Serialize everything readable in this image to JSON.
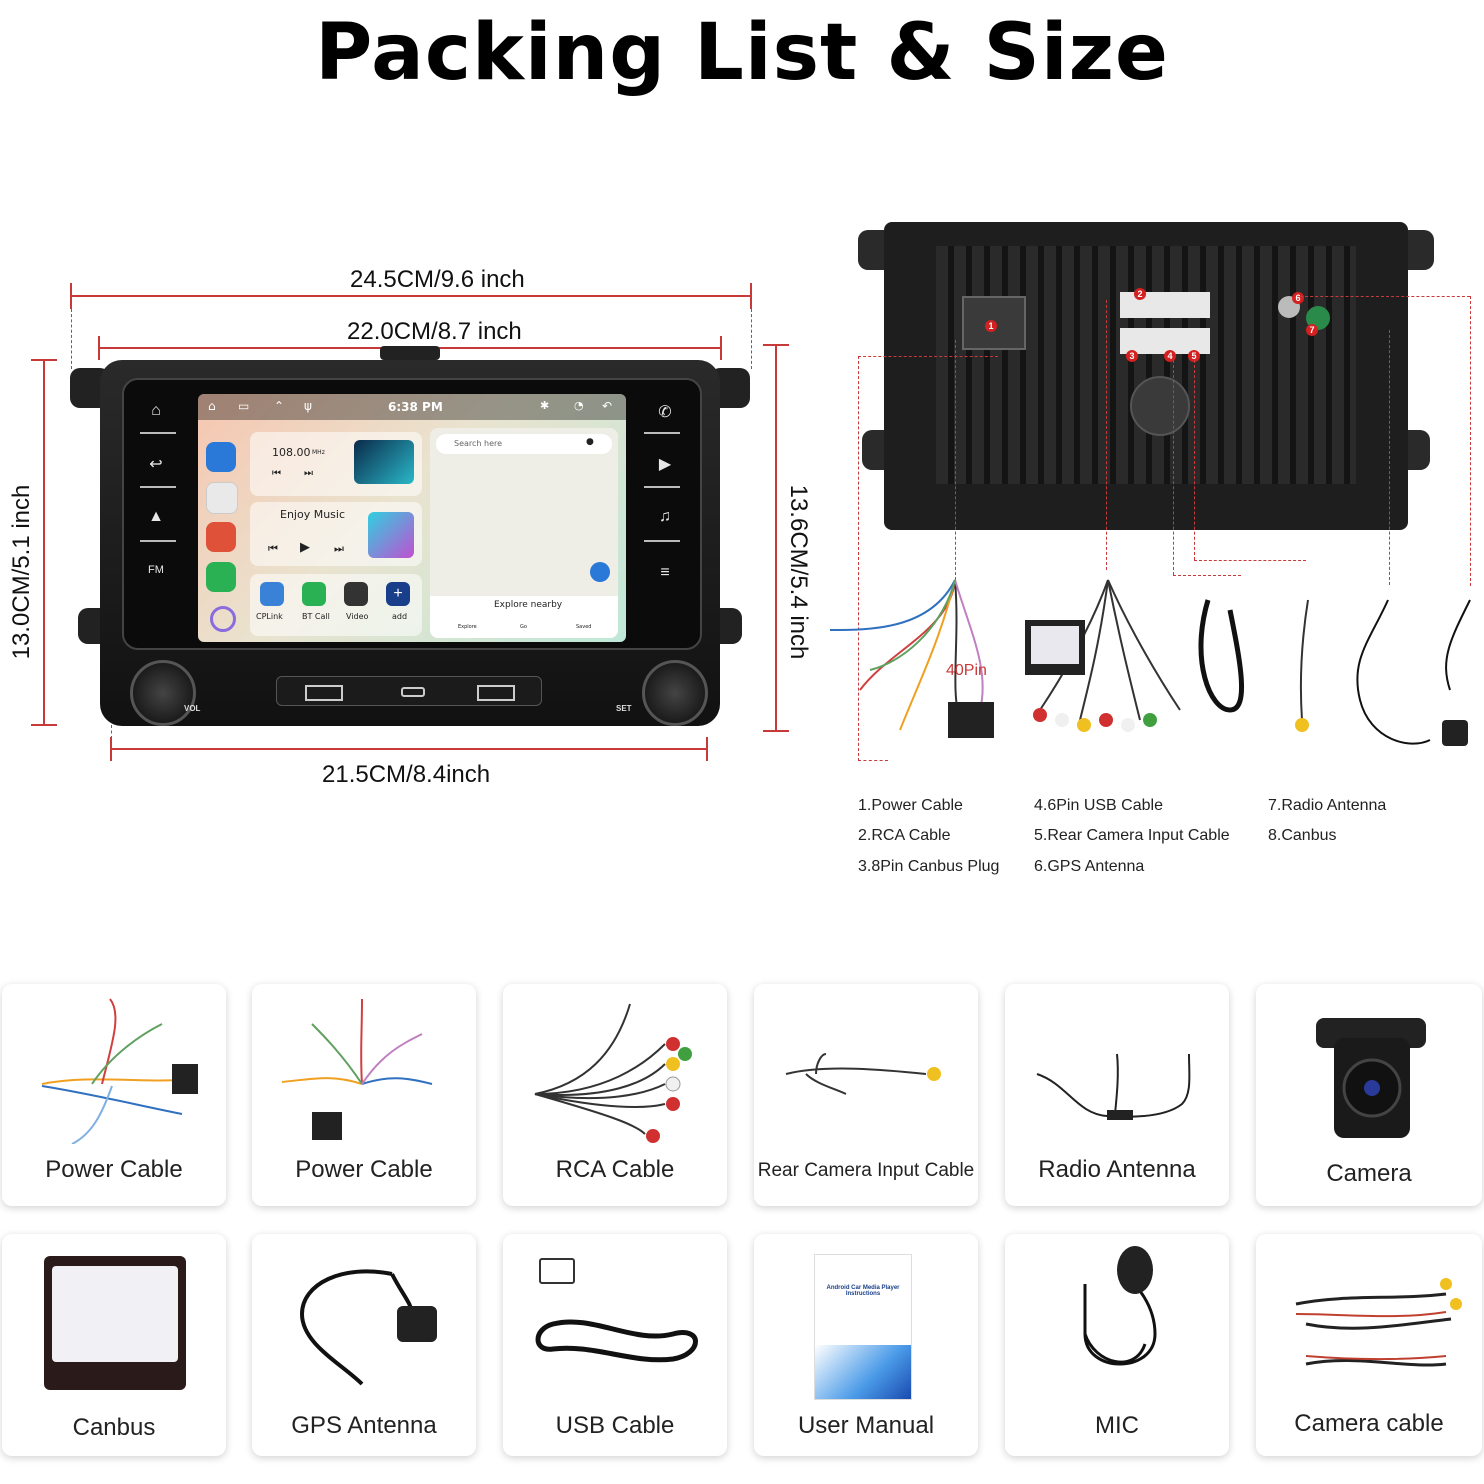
{
  "title": "Packing List & Size",
  "dimensions": {
    "width_outer": "24.5CM/9.6 inch",
    "width_inner": "22.0CM/8.7 inch",
    "width_bottom": "21.5CM/8.4inch",
    "height_left": "13.0CM/5.1 inch",
    "height_right": "13.6CM/5.4 inch"
  },
  "screen": {
    "time": "6:38 PM",
    "radio_freq": "108.00",
    "radio_unit": "MHz",
    "music_label": "Enjoy Music",
    "search_placeholder": "Search here",
    "explore_label": "Explore nearby",
    "apps": [
      "CPLink",
      "BT Call",
      "Video",
      "add"
    ],
    "map_tabs": [
      "Explore",
      "Go",
      "Saved"
    ],
    "fm_label": "FM",
    "vol_label": "VOL",
    "set_label": "SET"
  },
  "rear": {
    "pin_label": "40Pin",
    "legend": [
      "1.Power Cable",
      "2.RCA Cable",
      "3.8Pin Canbus Plug",
      "4.6Pin USB Cable",
      "5.Rear Camera Input Cable",
      "6.GPS Antenna",
      "7.Radio Antenna",
      "8.Canbus"
    ]
  },
  "items": [
    {
      "label": "Power Cable",
      "icon": "power-cable-icon"
    },
    {
      "label": "Power Cable",
      "icon": "power-cable-icon"
    },
    {
      "label": "RCA Cable",
      "icon": "rca-cable-icon"
    },
    {
      "label": "Rear Camera Input Cable",
      "icon": "rear-camera-cable-icon"
    },
    {
      "label": "Radio Antenna",
      "icon": "radio-antenna-icon"
    },
    {
      "label": "Camera",
      "icon": "camera-icon"
    },
    {
      "label": "Canbus",
      "icon": "canbus-icon"
    },
    {
      "label": "GPS Antenna",
      "icon": "gps-antenna-icon"
    },
    {
      "label": "USB Cable",
      "icon": "usb-cable-icon"
    },
    {
      "label": "User Manual",
      "icon": "manual-icon"
    },
    {
      "label": "MIC",
      "icon": "mic-icon"
    },
    {
      "label": "Camera cable",
      "icon": "camera-cable-icon"
    }
  ],
  "manual_text": "Android Car Media Player Instructions",
  "colors": {
    "dimension_red": "#c83a3a",
    "unit_black": "#1a1a1a",
    "accent_blue": "#2a78d8"
  }
}
